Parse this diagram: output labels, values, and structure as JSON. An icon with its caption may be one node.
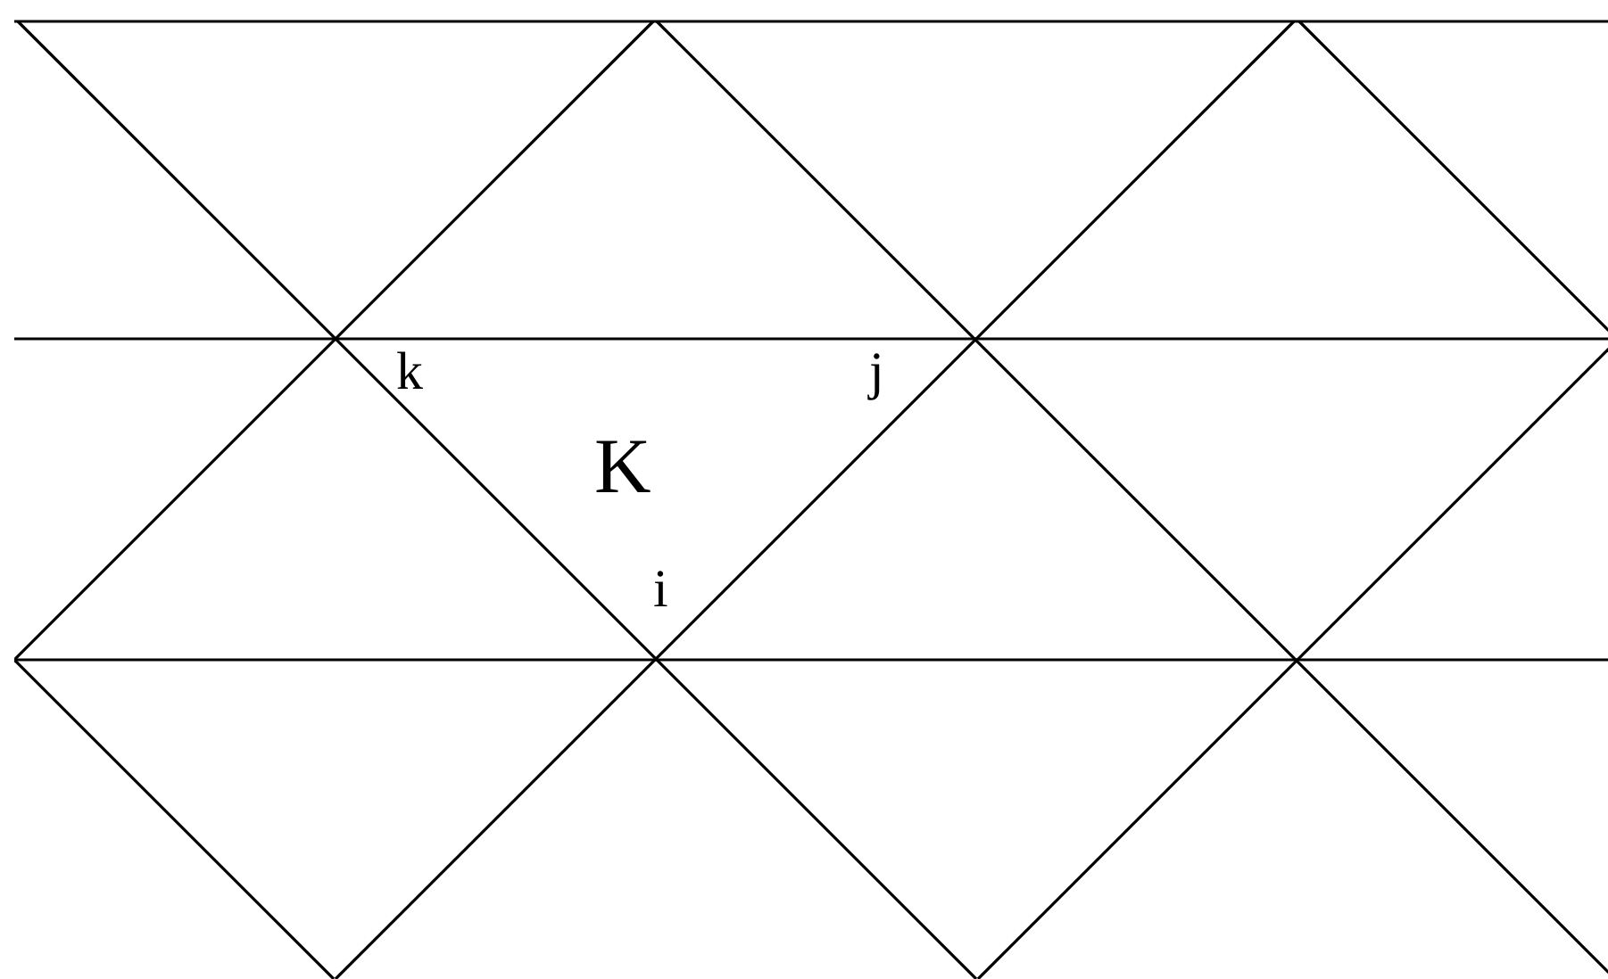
{
  "diagram": {
    "labels": [
      "k",
      "j",
      "K",
      "i"
    ]
  }
}
